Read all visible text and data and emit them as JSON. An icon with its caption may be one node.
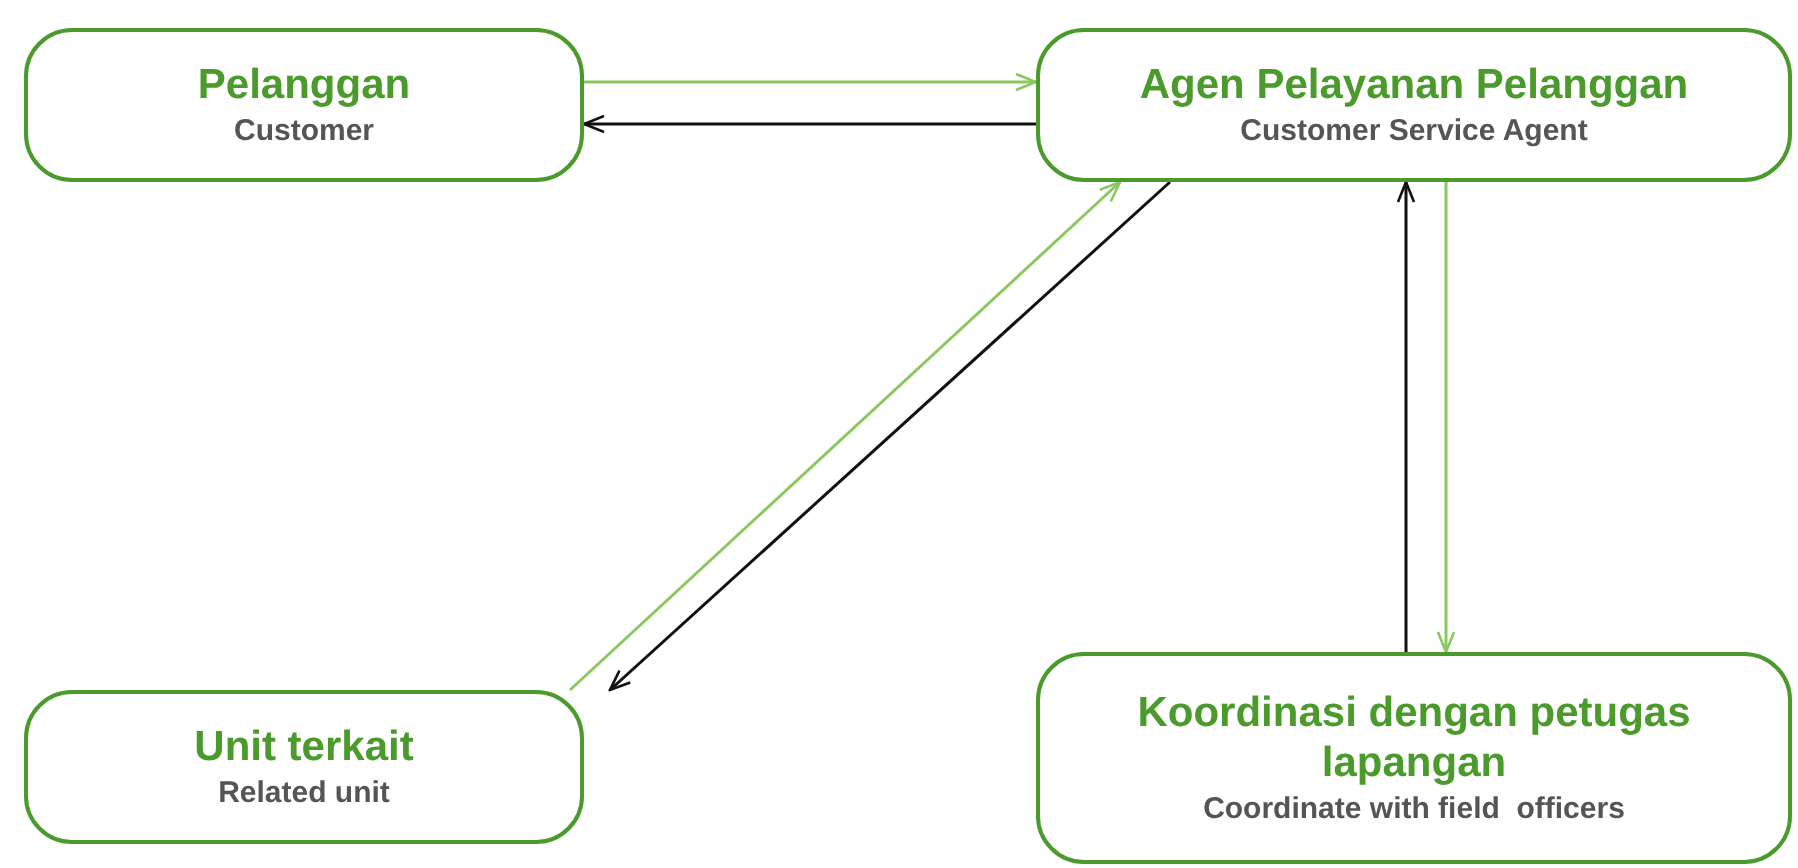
{
  "diagram": {
    "nodes": [
      {
        "text": [
          "Pelanggan",
          "Customer"
        ]
      },
      {
        "text": [
          "Agen Pelayanan Pelanggan",
          "Customer Service Agent"
        ]
      },
      {
        "text": [
          "Unit terkait",
          "Related unit"
        ]
      },
      {
        "text": [
          "Koordinasi dengan petugas lapangan",
          "Coordinate with field  officers"
        ]
      }
    ],
    "edges": [
      {
        "from": 0,
        "to": 1,
        "arrow": "to",
        "color": "#8cc860"
      },
      {
        "from": 1,
        "to": 0,
        "arrow": "to",
        "color": "#111111"
      },
      {
        "from": 2,
        "to": 1,
        "arrow": "to",
        "color": "#8cc860"
      },
      {
        "from": 1,
        "to": 2,
        "arrow": "to",
        "color": "#111111"
      },
      {
        "from": 3,
        "to": 1,
        "arrow": "to",
        "color": "#111111"
      },
      {
        "from": 1,
        "to": 3,
        "arrow": "to",
        "color": "#8cc860"
      }
    ]
  }
}
